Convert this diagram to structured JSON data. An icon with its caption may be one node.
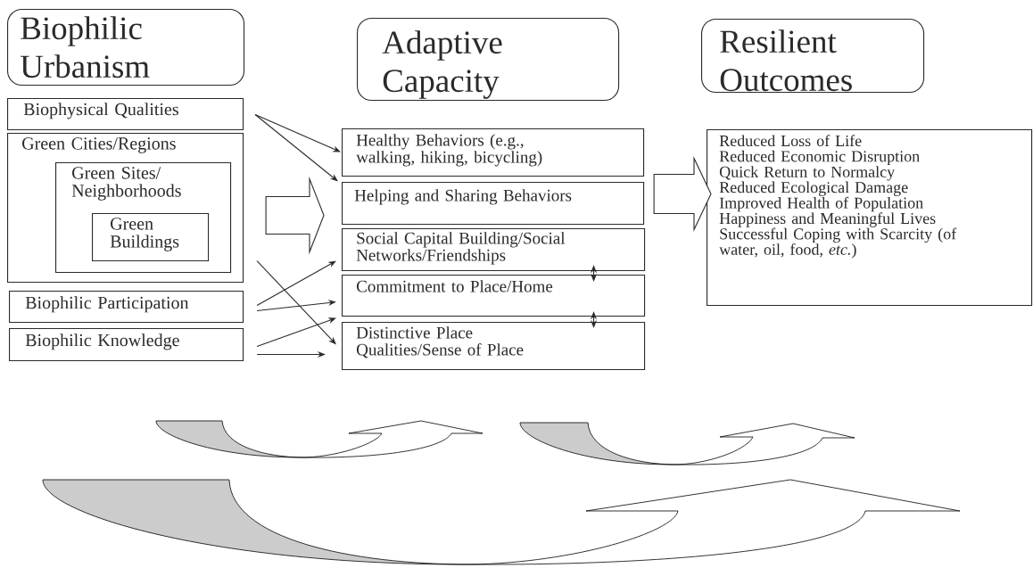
{
  "diagram": {
    "nodes": [
      {
        "text": [
          "Biophilic Urbanism"
        ]
      },
      {
        "text": [
          "Adaptive Capacity"
        ]
      },
      {
        "text": [
          "Resilient Outcomes"
        ]
      },
      {
        "text": [
          "Biophysical Qualities"
        ]
      },
      {
        "text": [
          "Green Cities/Regions"
        ]
      },
      {
        "text": [
          "Green Sites/ Neighborhoods"
        ],
        "in": 4
      },
      {
        "text": [
          "Green Buildings"
        ],
        "in": 5
      },
      {
        "text": [
          "Biophilic Participation"
        ]
      },
      {
        "text": [
          "Biophilic Knowledge"
        ]
      },
      {
        "text": [
          "Healthy Behaviors (e.g., walking, hiking, bicycling)"
        ]
      },
      {
        "text": [
          "Helping and Sharing Behaviors"
        ]
      },
      {
        "text": [
          "Social Capital Building/Social Networks/Friendships"
        ]
      },
      {
        "text": [
          "Commitment to Place/Home"
        ]
      },
      {
        "text": [
          "Distinctive Place Qualities/Sense of Place"
        ]
      },
      {
        "text": [
          "Reduced Loss of Life",
          "Reduced Economic Disruption",
          "Quick Return to Normalcy",
          "Reduced Ecological Damage",
          "Improved Health of Population",
          "Happiness and Meaningful Lives",
          "Successful Coping with Scarcity (of water, oil, food, *etc.*)"
        ]
      }
    ],
    "edges": [
      {
        "from": 3,
        "to": 9,
        "arrow": "to"
      },
      {
        "from": 3,
        "to": 10,
        "arrow": "to"
      },
      {
        "from": 4,
        "to": 10,
        "arrow": "to",
        "style": "thick"
      },
      {
        "from": 10,
        "to": 14,
        "arrow": "to",
        "style": "thick"
      },
      {
        "from": 4,
        "to": 13,
        "arrow": "to"
      },
      {
        "from": 7,
        "to": 11,
        "arrow": "to"
      },
      {
        "from": 7,
        "to": 12,
        "arrow": "to"
      },
      {
        "from": 8,
        "to": 12,
        "arrow": "to"
      },
      {
        "from": 8,
        "to": 13,
        "arrow": "to"
      },
      {
        "from": 11,
        "to": 12,
        "arrow": "both"
      },
      {
        "from": 12,
        "to": 13,
        "arrow": "both"
      }
    ]
  }
}
